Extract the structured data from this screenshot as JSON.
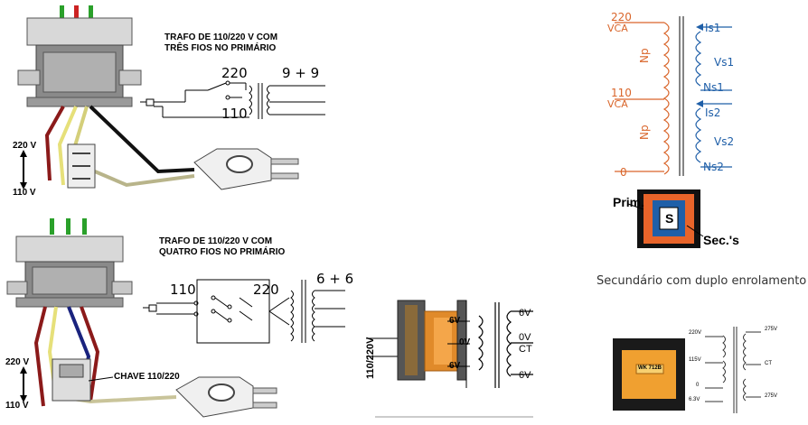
{
  "top_left": {
    "title_line1": "TRAFO DE 110/220 V COM",
    "title_line2": "TRÊS FIOS NO PRIMÁRIO",
    "tap_220": "220",
    "tap_110": "110",
    "secondary": "9 + 9",
    "v220": "220 V",
    "v110": "110 V"
  },
  "bottom_left": {
    "title_line1": "TRAFO DE 110/220 V COM",
    "title_line2": "QUATRO FIOS NO PRIMÁRIO",
    "tap_110": "110",
    "tap_220": "220",
    "secondary": "6 + 6",
    "v220": "220 V",
    "v110": "110 V",
    "switch_label": "CHAVE 110/220"
  },
  "middle": {
    "input": "110/220V",
    "sec_top": "6V",
    "sec_mid": "0V",
    "sec_bot": "6V",
    "right_top": "6V",
    "right_mid1": "0V",
    "right_mid2": "CT",
    "right_bot": "6V"
  },
  "right_schematic": {
    "v220_a": "220",
    "v220_b": "VCA",
    "v110_a": "110",
    "v110_b": "VCA",
    "v0": "0",
    "np1": "Np",
    "np2": "Np",
    "is1": "Is1",
    "vs1": "Vs1",
    "ns1": "Ns1",
    "is2": "Is2",
    "vs2": "Vs2",
    "ns2": "Ns2"
  },
  "core_diagram": {
    "prim": "Prim.",
    "s": "S",
    "sec": "Sec.'s"
  },
  "caption": "Secundário com duplo enrolamento",
  "photo_schematic": {
    "l1": "220V",
    "l2": "115V",
    "l3": "0",
    "l4": "6.3V",
    "r1": "275V",
    "r2": "CT",
    "r3": "275V"
  },
  "photo_label": {
    "model": "WK 712B"
  }
}
